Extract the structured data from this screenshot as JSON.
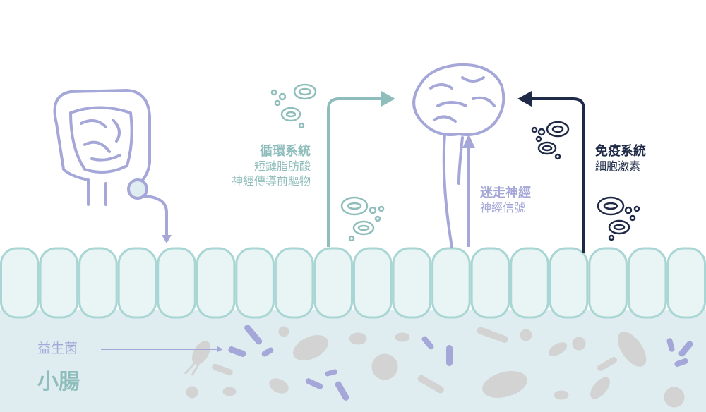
{
  "circulation": {
    "title": "循環系統",
    "lines": [
      "短鏈脂肪酸",
      "神經傳導前驅物"
    ]
  },
  "vagus": {
    "title": "迷走神經",
    "lines": [
      "神經信號"
    ]
  },
  "immune": {
    "title": "免疫系統",
    "lines": [
      "細胞激素"
    ]
  },
  "probiotics_label": "益生菌",
  "small_intestine_label": "小腸",
  "colors": {
    "teal": "#8fbdbb",
    "purple": "#a4a7d8",
    "navy": "#1f2a48",
    "cell_border": "#a9d6d4",
    "lumen": "#dfedf0",
    "microbe_gray": "#d3d3d3"
  }
}
